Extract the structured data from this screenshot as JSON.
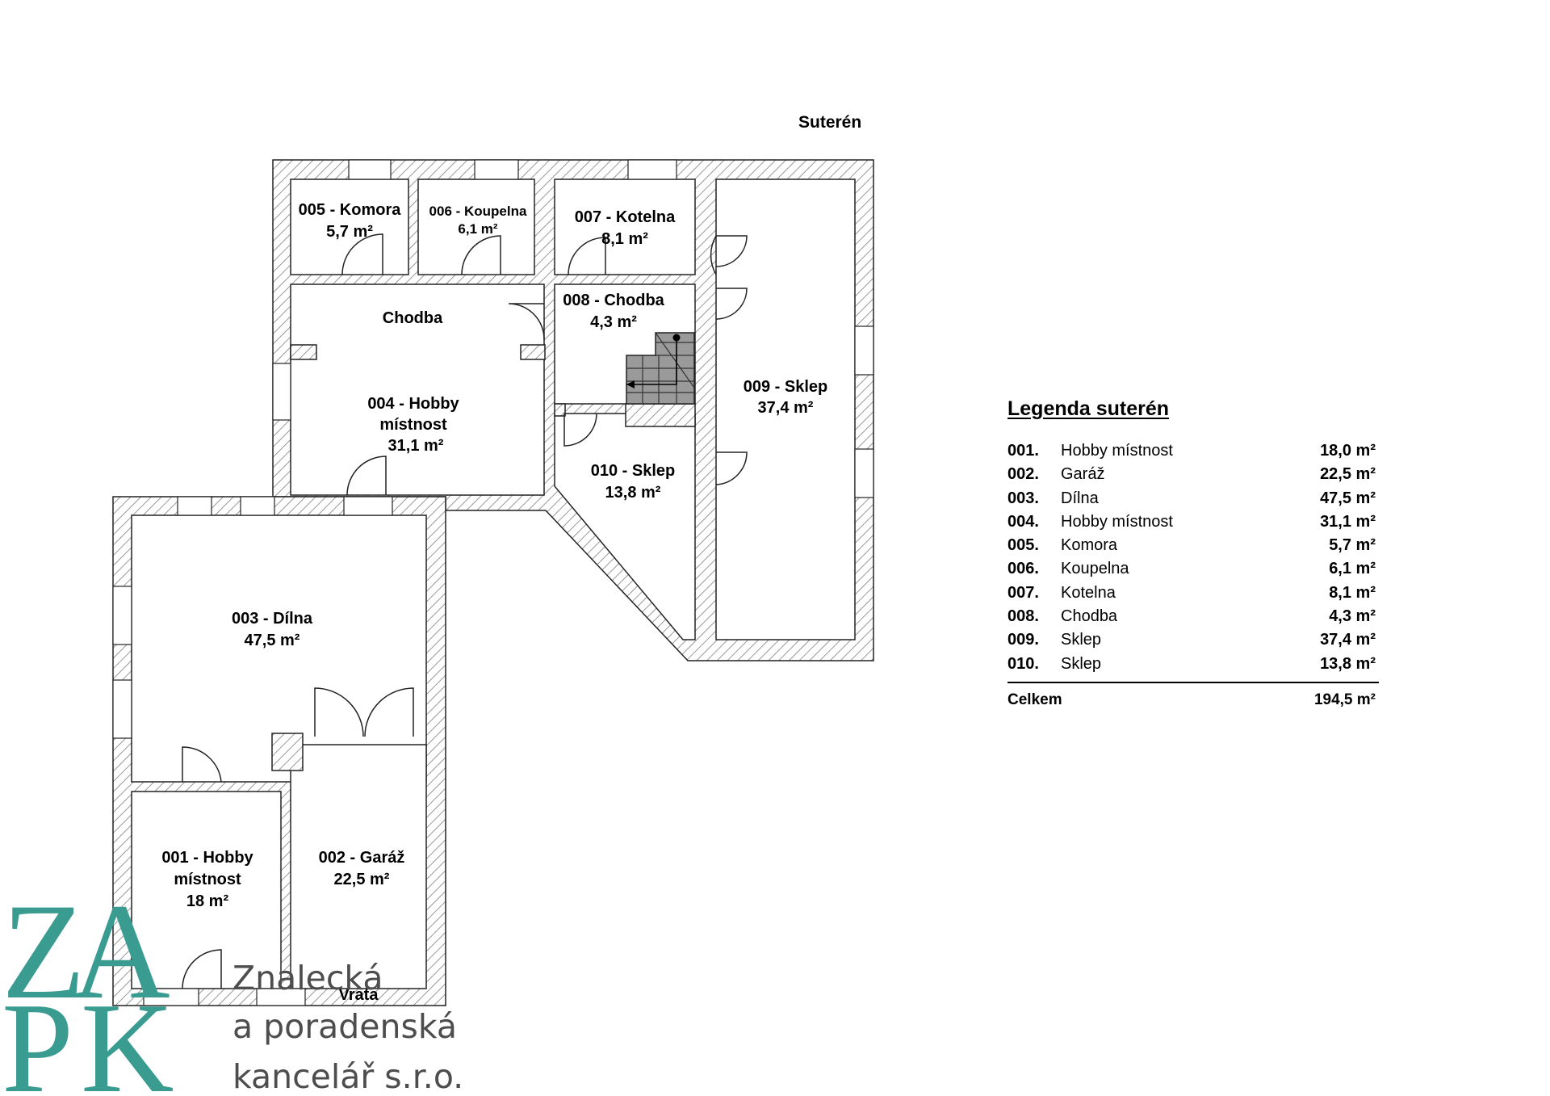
{
  "title": "Suterén",
  "rooms": {
    "r005": {
      "name": "005 - Komora",
      "area": "5,7 m²"
    },
    "r006": {
      "name": "006 - Koupelna",
      "area": "6,1 m²"
    },
    "r007": {
      "name": "007  - Kotelna",
      "area": "8,1 m²"
    },
    "r008": {
      "name": "008 - Chodba",
      "area": "4,3 m²"
    },
    "chodba": {
      "name": "Chodba"
    },
    "r004": {
      "name1": "004 - Hobby",
      "name2": "místnost",
      "area": "31,1 m²"
    },
    "r009": {
      "name": "009 - Sklep",
      "area": "37,4 m²"
    },
    "r010": {
      "name": "010 - Sklep",
      "area": "13,8 m²"
    },
    "r003": {
      "name": "003 - Dílna",
      "area": "47,5 m²"
    },
    "r001": {
      "name1": "001 - Hobby",
      "name2": "místnost",
      "area": "18 m²"
    },
    "r002": {
      "name": "002 - Garáž",
      "area": "22,5 m²"
    },
    "vrata": "Vrata"
  },
  "legend": {
    "heading": "Legenda suterén",
    "items": [
      {
        "num": "001.",
        "name": "Hobby místnost",
        "area": "18,0 m²"
      },
      {
        "num": "002.",
        "name": "Garáž",
        "area": "22,5 m²"
      },
      {
        "num": "003.",
        "name": "Dílna",
        "area": "47,5 m²"
      },
      {
        "num": "004.",
        "name": "Hobby místnost",
        "area": "31,1 m²"
      },
      {
        "num": "005.",
        "name": "Komora",
        "area": "5,7 m²"
      },
      {
        "num": "006.",
        "name": "Koupelna",
        "area": "6,1 m²"
      },
      {
        "num": "007.",
        "name": "Kotelna",
        "area": "8,1 m²"
      },
      {
        "num": "008.",
        "name": "Chodba",
        "area": "4,3 m²"
      },
      {
        "num": "009.",
        "name": "Sklep",
        "area": "37,4 m²"
      },
      {
        "num": "010.",
        "name": "Sklep",
        "area": "13,8 m²"
      }
    ],
    "total_label": "Celkem",
    "total_value": "194,5 m²"
  },
  "logo": {
    "letters": "ZAPK",
    "line1": "Znalecká",
    "line2": "a poradenská",
    "line3": "kancelář s.r.o."
  },
  "colors": {
    "wall_hatch": "#7f7f7f",
    "stairs": "#9a9a9a",
    "logo_teal": "#3a9c91",
    "logo_text": "#4d4d4d"
  }
}
